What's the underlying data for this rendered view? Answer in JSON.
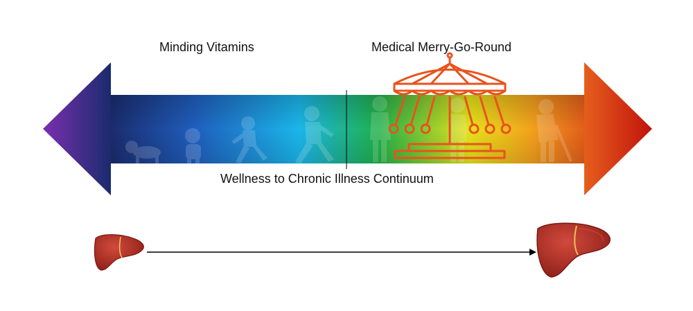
{
  "labels": {
    "left_top": "Minding Vitamins",
    "right_top": "Medical Merry-Go-Round",
    "bottom": "Wellness to Chronic Illness Continuum"
  },
  "icons": {
    "carousel": "carousel-icon",
    "liver_small": "liver-icon",
    "liver_large": "liver-icon",
    "silhouettes": "human-life-stages-silhouette"
  },
  "colors": {
    "gradient": [
      "#7a2fb0",
      "#1b2b6e",
      "#1f5fbf",
      "#1bb6ea",
      "#20b24a",
      "#e7e31a",
      "#f3a31d",
      "#e2561b",
      "#c0130c"
    ],
    "carousel": "#e8531e",
    "liver": "#b5342b",
    "liver_highlight": "#e9c35a"
  }
}
